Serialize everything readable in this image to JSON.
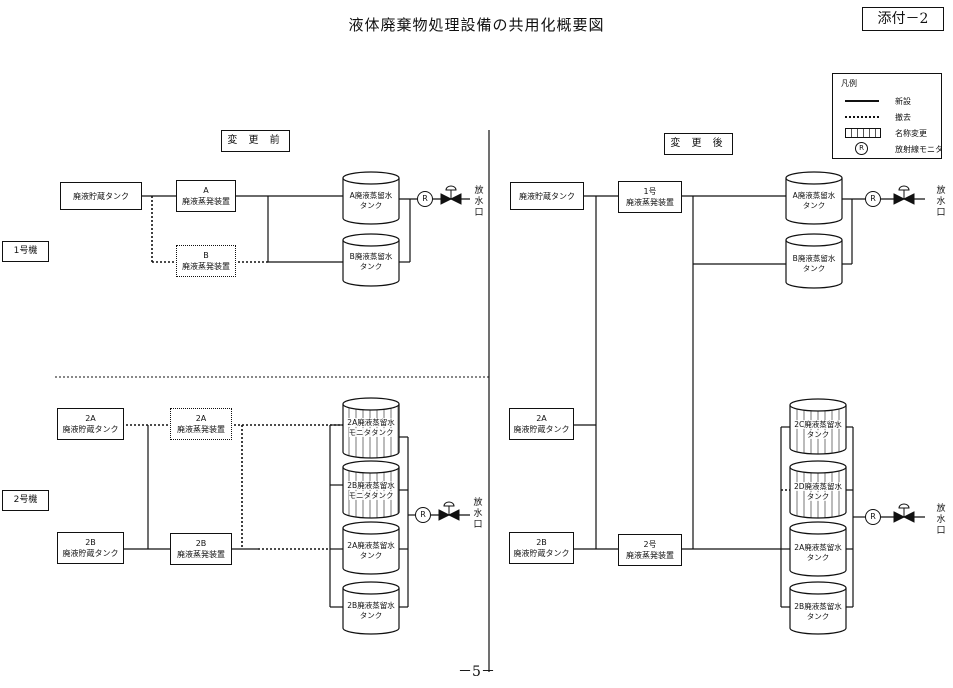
{
  "header": {
    "title": "液体廃棄物処理設備の共用化概要図",
    "attachment": "添付－2"
  },
  "legend": {
    "title": "凡例",
    "items": [
      {
        "symbol": "solid-line",
        "label": "新設"
      },
      {
        "symbol": "dotted-line",
        "label": "撤去"
      },
      {
        "symbol": "hatched-box",
        "label": "名称変更"
      },
      {
        "symbol": "R",
        "label": "放射線モニタ"
      }
    ]
  },
  "sections": {
    "before": "変 更 前",
    "after": "変 更 後"
  },
  "units": {
    "unit1": "1号機",
    "unit2": "2号機"
  },
  "before": {
    "u1": {
      "storage_tank": "廃液貯蔵タンク",
      "evap_a": [
        "A",
        "廃液蒸発装置"
      ],
      "evap_b": [
        "B",
        "廃液蒸発装置"
      ],
      "dist_a": [
        "A廃液蒸留水",
        "タンク"
      ],
      "dist_b": [
        "B廃液蒸留水",
        "タンク"
      ]
    },
    "u2": {
      "storage_2a": [
        "2A",
        "廃液貯蔵タンク"
      ],
      "storage_2b": [
        "2B",
        "廃液貯蔵タンク"
      ],
      "evap_2a": [
        "2A",
        "廃液蒸発装置"
      ],
      "evap_2b": [
        "2B",
        "廃液蒸発装置"
      ],
      "tank_1": [
        "2A廃液蒸留水",
        "モニタタンク"
      ],
      "tank_2": [
        "2B廃液蒸留水",
        "モニタタンク"
      ],
      "tank_3": [
        "2A廃液蒸留水",
        "タンク"
      ],
      "tank_4": [
        "2B廃液蒸留水",
        "タンク"
      ]
    }
  },
  "after": {
    "storage_1": "廃液貯蔵タンク",
    "storage_2a": [
      "2A",
      "廃液貯蔵タンク"
    ],
    "storage_2b": [
      "2B",
      "廃液貯蔵タンク"
    ],
    "evap_1": [
      "1号",
      "廃液蒸発装置"
    ],
    "evap_2": [
      "2号",
      "廃液蒸発装置"
    ],
    "dist_a": [
      "A廃液蒸留水",
      "タンク"
    ],
    "dist_b": [
      "B廃液蒸留水",
      "タンク"
    ],
    "tank_2c": [
      "2C廃液蒸留水",
      "タンク"
    ],
    "tank_2d": [
      "2D廃液蒸留水",
      "タンク"
    ],
    "tank_2a": [
      "2A廃液蒸留水",
      "タンク"
    ],
    "tank_2b": [
      "2B廃液蒸留水",
      "タンク"
    ]
  },
  "monitor_symbol": "R",
  "outlet": "放水口",
  "page_number": "－5－"
}
